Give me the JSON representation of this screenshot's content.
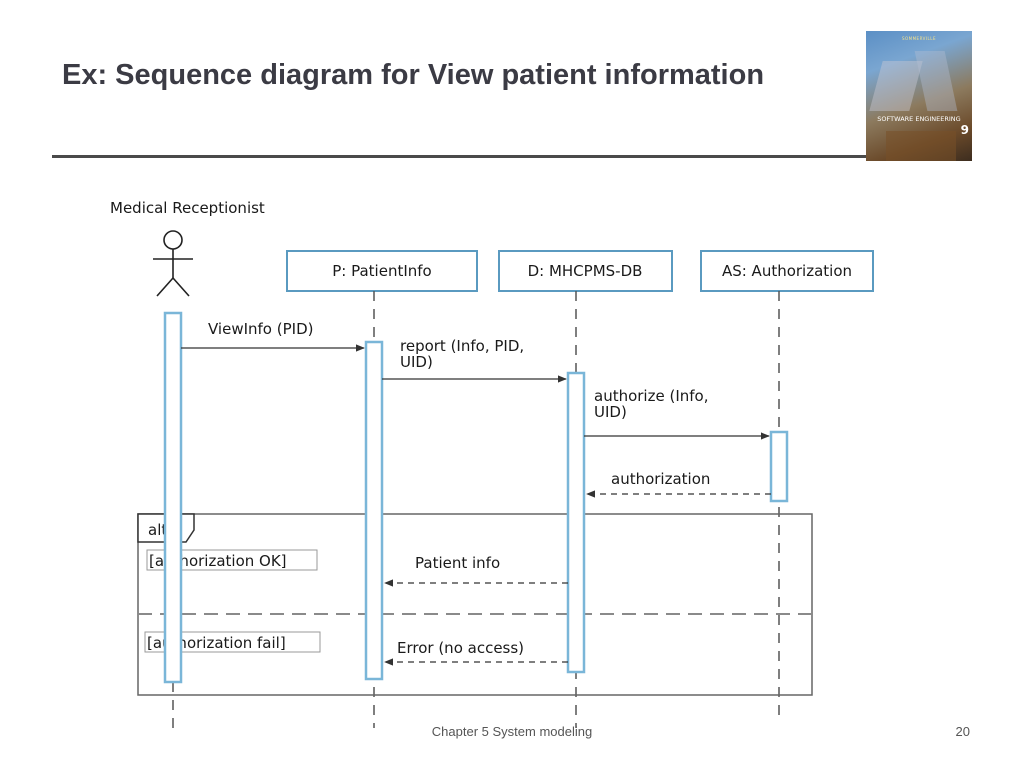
{
  "slide": {
    "title": "Ex: Sequence diagram for View patient information",
    "footer": "Chapter 5 System modeling",
    "page_number": "20"
  },
  "book_cover": {
    "brand": "SOMMERVILLE",
    "title": "SOFTWARE ENGINEERING",
    "edition": "9"
  },
  "diagram": {
    "actor": "Medical Receptionist",
    "objects": [
      "P: PatientInfo",
      "D: MHCPMS-DB",
      "AS: Authorization"
    ],
    "messages": {
      "m1": "ViewInfo (PID)",
      "m2_line1": "report (Info, PID,",
      "m2_line2": "UID)",
      "m3_line1": "authorize (Info,",
      "m3_line2": "UID)",
      "m4": "authorization",
      "m5": "Patient info",
      "m6": "Error (no access)"
    },
    "fragment": {
      "operator": "alt",
      "guard1": "[authorization OK]",
      "guard2": "[authorization fail]"
    },
    "colors": {
      "activation": "#7ab6d8",
      "object_border": "#5a9ac0",
      "line": "#333333",
      "lifeline": "#555555"
    }
  }
}
